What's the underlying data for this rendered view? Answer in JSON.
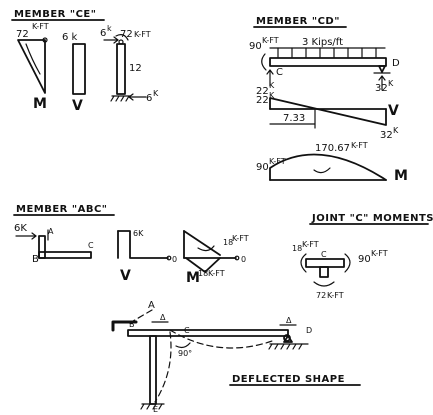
{
  "member_ce": {
    "title": "MEMBER \"CE\"",
    "moment_label": "72",
    "moment_unit": "K-FT",
    "shear_label": "6 k",
    "load_label_force": "6",
    "load_label_force_unit": "k",
    "load_label_moment": "72",
    "load_label_moment_unit": "K-FT",
    "height_label": "12",
    "base_force": "6",
    "base_force_unit": "K",
    "diagram_m": "M",
    "diagram_v": "V"
  },
  "member_cd": {
    "title": "MEMBER \"CD\"",
    "end_moment": "90",
    "end_moment_unit": "K-FT",
    "load_label": "3 Kips/ft",
    "left_reaction": "22",
    "left_reaction_unit": "K",
    "right_reaction": "32",
    "right_reaction_unit": "K",
    "node_c": "C",
    "node_d": "D",
    "shear_left": "22",
    "shear_left_unit": "K",
    "shear_zero_dist": "7.33",
    "shear_right": "32",
    "shear_right_unit": "K",
    "shear_label": "V",
    "moment_left": "90",
    "moment_left_unit": "K-FT",
    "moment_max": "170.67",
    "moment_max_unit": "K-FT",
    "moment_label": "M"
  },
  "member_abc": {
    "title": "MEMBER \"ABC\"",
    "load": "6K",
    "node_a": "A",
    "node_b": "B",
    "node_c": "C",
    "shear_value": "6K",
    "shear_zero": "0",
    "shear_label": "V",
    "moment_top": "18",
    "moment_top_unit": "K-FT",
    "moment_bottom": "18",
    "moment_bottom_unit": "K-FT",
    "moment_zero": "0",
    "moment_label": "M"
  },
  "joint_c": {
    "title": "JOINT \"C\" MOMENTS",
    "m_left": "18",
    "m_left_unit": "K-FT",
    "m_right": "90",
    "m_right_unit": "K-FT",
    "m_bottom": "72",
    "m_bottom_unit": "K-FT",
    "node": "C"
  },
  "deflected": {
    "title": "DEFLECTED SHAPE",
    "node_a": "A",
    "node_b": "B",
    "node_c": "C",
    "node_d": "D",
    "node_e": "E",
    "delta_left": "Δ",
    "delta_right": "Δ",
    "angle": "90°"
  }
}
